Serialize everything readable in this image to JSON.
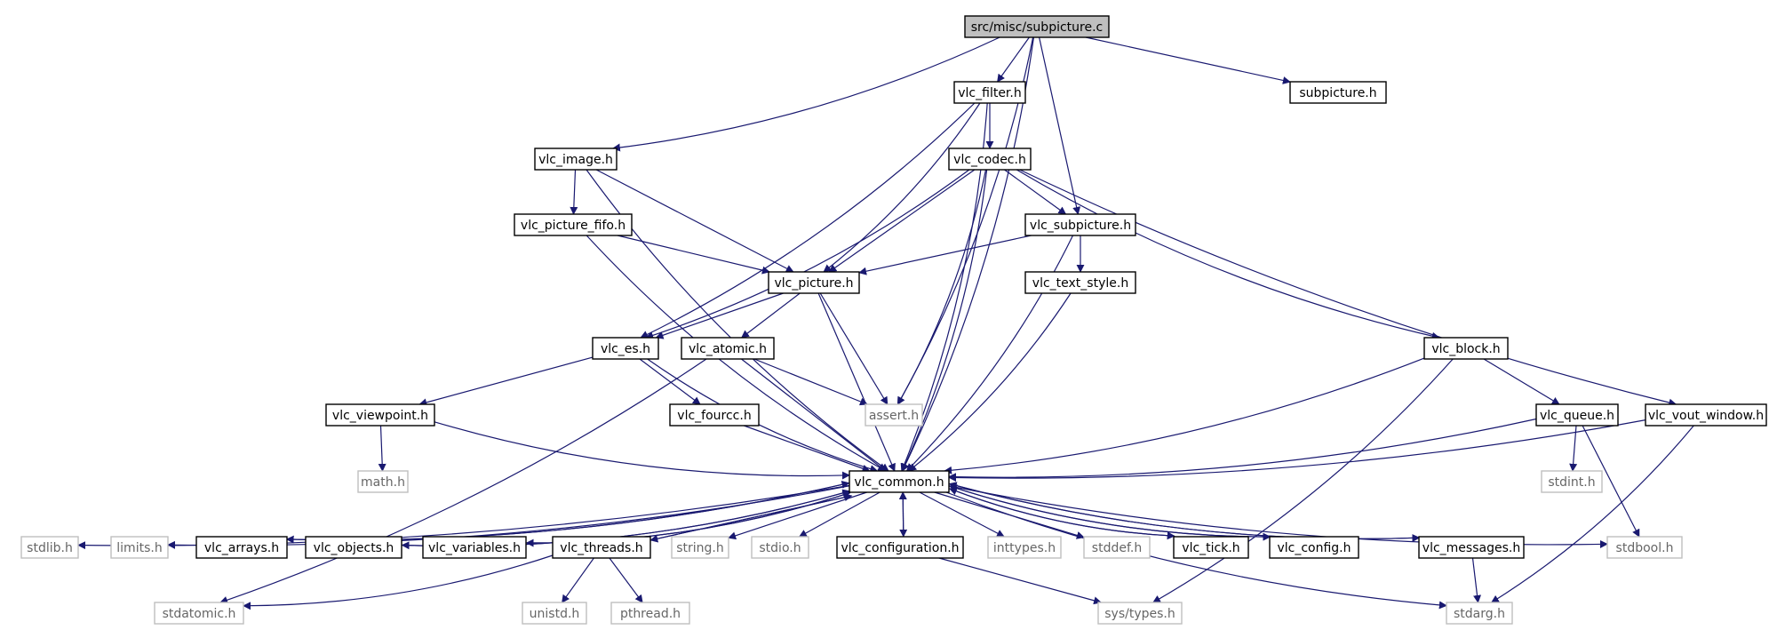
{
  "diagram": {
    "type": "include-dependency-graph",
    "colors": {
      "edge": "#191970",
      "root_fill": "#bfbfbf",
      "system_border": "#bfbfbf",
      "node_border": "#000000"
    },
    "nodes": [
      {
        "id": "subpicture_c",
        "label": "src/misc/subpicture.c",
        "kind": "root"
      },
      {
        "id": "vlc_filter",
        "label": "vlc_filter.h",
        "kind": "normal"
      },
      {
        "id": "subpicture_h",
        "label": "subpicture.h",
        "kind": "normal"
      },
      {
        "id": "vlc_image",
        "label": "vlc_image.h",
        "kind": "normal"
      },
      {
        "id": "vlc_codec",
        "label": "vlc_codec.h",
        "kind": "normal"
      },
      {
        "id": "vlc_picture_fifo",
        "label": "vlc_picture_fifo.h",
        "kind": "normal"
      },
      {
        "id": "vlc_subpicture",
        "label": "vlc_subpicture.h",
        "kind": "normal"
      },
      {
        "id": "vlc_picture",
        "label": "vlc_picture.h",
        "kind": "normal"
      },
      {
        "id": "vlc_text_style",
        "label": "vlc_text_style.h",
        "kind": "normal"
      },
      {
        "id": "vlc_es",
        "label": "vlc_es.h",
        "kind": "normal"
      },
      {
        "id": "vlc_atomic",
        "label": "vlc_atomic.h",
        "kind": "normal"
      },
      {
        "id": "vlc_block",
        "label": "vlc_block.h",
        "kind": "normal"
      },
      {
        "id": "vlc_viewpoint",
        "label": "vlc_viewpoint.h",
        "kind": "normal"
      },
      {
        "id": "vlc_fourcc",
        "label": "vlc_fourcc.h",
        "kind": "normal"
      },
      {
        "id": "assert",
        "label": "assert.h",
        "kind": "system"
      },
      {
        "id": "vlc_queue",
        "label": "vlc_queue.h",
        "kind": "normal"
      },
      {
        "id": "vlc_vout_window",
        "label": "vlc_vout_window.h",
        "kind": "normal"
      },
      {
        "id": "math",
        "label": "math.h",
        "kind": "system"
      },
      {
        "id": "vlc_common",
        "label": "vlc_common.h",
        "kind": "normal"
      },
      {
        "id": "stdint",
        "label": "stdint.h",
        "kind": "system"
      },
      {
        "id": "stdlib",
        "label": "stdlib.h",
        "kind": "system"
      },
      {
        "id": "limits",
        "label": "limits.h",
        "kind": "system"
      },
      {
        "id": "vlc_arrays",
        "label": "vlc_arrays.h",
        "kind": "normal"
      },
      {
        "id": "vlc_objects",
        "label": "vlc_objects.h",
        "kind": "normal"
      },
      {
        "id": "vlc_variables",
        "label": "vlc_variables.h",
        "kind": "normal"
      },
      {
        "id": "vlc_threads",
        "label": "vlc_threads.h",
        "kind": "normal"
      },
      {
        "id": "string",
        "label": "string.h",
        "kind": "system"
      },
      {
        "id": "stdio",
        "label": "stdio.h",
        "kind": "system"
      },
      {
        "id": "vlc_configuration",
        "label": "vlc_configuration.h",
        "kind": "normal"
      },
      {
        "id": "inttypes",
        "label": "inttypes.h",
        "kind": "system"
      },
      {
        "id": "stddef",
        "label": "stddef.h",
        "kind": "system"
      },
      {
        "id": "vlc_tick",
        "label": "vlc_tick.h",
        "kind": "normal"
      },
      {
        "id": "vlc_config",
        "label": "vlc_config.h",
        "kind": "normal"
      },
      {
        "id": "vlc_messages",
        "label": "vlc_messages.h",
        "kind": "normal"
      },
      {
        "id": "stdbool",
        "label": "stdbool.h",
        "kind": "system"
      },
      {
        "id": "stdatomic",
        "label": "stdatomic.h",
        "kind": "system"
      },
      {
        "id": "unistd",
        "label": "unistd.h",
        "kind": "system"
      },
      {
        "id": "pthread",
        "label": "pthread.h",
        "kind": "system"
      },
      {
        "id": "sys_types",
        "label": "sys/types.h",
        "kind": "system"
      },
      {
        "id": "stdarg",
        "label": "stdarg.h",
        "kind": "system"
      }
    ],
    "edges": [
      [
        "subpicture_c",
        "vlc_filter"
      ],
      [
        "subpicture_c",
        "subpicture_h"
      ],
      [
        "subpicture_c",
        "vlc_image"
      ],
      [
        "subpicture_c",
        "vlc_subpicture"
      ],
      [
        "subpicture_c",
        "assert"
      ],
      [
        "subpicture_c",
        "vlc_common"
      ],
      [
        "vlc_filter",
        "vlc_codec"
      ],
      [
        "vlc_filter",
        "vlc_picture"
      ],
      [
        "vlc_filter",
        "vlc_es"
      ],
      [
        "vlc_filter",
        "vlc_common"
      ],
      [
        "vlc_image",
        "vlc_picture_fifo"
      ],
      [
        "vlc_image",
        "vlc_picture"
      ],
      [
        "vlc_image",
        "vlc_common"
      ],
      [
        "vlc_codec",
        "vlc_subpicture"
      ],
      [
        "vlc_codec",
        "vlc_picture"
      ],
      [
        "vlc_codec",
        "vlc_es"
      ],
      [
        "vlc_codec",
        "assert"
      ],
      [
        "vlc_codec",
        "vlc_common"
      ],
      [
        "vlc_codec",
        "vlc_block"
      ],
      [
        "vlc_codec",
        "vlc_vout_window"
      ],
      [
        "vlc_picture_fifo",
        "vlc_picture"
      ],
      [
        "vlc_picture_fifo",
        "vlc_common"
      ],
      [
        "vlc_subpicture",
        "vlc_picture"
      ],
      [
        "vlc_subpicture",
        "vlc_text_style"
      ],
      [
        "vlc_subpicture",
        "vlc_common"
      ],
      [
        "vlc_picture",
        "vlc_es"
      ],
      [
        "vlc_picture",
        "vlc_atomic"
      ],
      [
        "vlc_picture",
        "assert"
      ],
      [
        "vlc_picture",
        "vlc_common"
      ],
      [
        "vlc_text_style",
        "vlc_common"
      ],
      [
        "vlc_es",
        "vlc_viewpoint"
      ],
      [
        "vlc_es",
        "vlc_fourcc"
      ],
      [
        "vlc_es",
        "vlc_common"
      ],
      [
        "vlc_atomic",
        "assert"
      ],
      [
        "vlc_atomic",
        "vlc_common"
      ],
      [
        "vlc_atomic",
        "stdatomic"
      ],
      [
        "vlc_block",
        "vlc_queue"
      ],
      [
        "vlc_block",
        "vlc_common"
      ],
      [
        "vlc_block",
        "sys_types"
      ],
      [
        "vlc_viewpoint",
        "math"
      ],
      [
        "vlc_viewpoint",
        "vlc_common"
      ],
      [
        "vlc_fourcc",
        "vlc_common"
      ],
      [
        "vlc_queue",
        "vlc_common"
      ],
      [
        "vlc_queue",
        "stdint"
      ],
      [
        "vlc_queue",
        "stdbool"
      ],
      [
        "vlc_vout_window",
        "vlc_common"
      ],
      [
        "vlc_vout_window",
        "stdarg"
      ],
      [
        "vlc_common",
        "stdlib"
      ],
      [
        "vlc_common",
        "limits"
      ],
      [
        "vlc_common",
        "vlc_arrays"
      ],
      [
        "vlc_common",
        "vlc_objects"
      ],
      [
        "vlc_common",
        "vlc_variables"
      ],
      [
        "vlc_common",
        "vlc_threads"
      ],
      [
        "vlc_common",
        "string"
      ],
      [
        "vlc_common",
        "stdio"
      ],
      [
        "vlc_common",
        "vlc_configuration"
      ],
      [
        "vlc_common",
        "inttypes"
      ],
      [
        "vlc_common",
        "stddef"
      ],
      [
        "vlc_common",
        "vlc_tick"
      ],
      [
        "vlc_common",
        "vlc_config"
      ],
      [
        "vlc_common",
        "vlc_messages"
      ],
      [
        "vlc_common",
        "stdbool"
      ],
      [
        "vlc_common",
        "stdarg"
      ],
      [
        "vlc_arrays",
        "vlc_common"
      ],
      [
        "vlc_objects",
        "vlc_common"
      ],
      [
        "vlc_variables",
        "vlc_common"
      ],
      [
        "vlc_threads",
        "vlc_common"
      ],
      [
        "vlc_threads",
        "stdatomic"
      ],
      [
        "vlc_threads",
        "unistd"
      ],
      [
        "vlc_threads",
        "pthread"
      ],
      [
        "vlc_configuration",
        "vlc_common"
      ],
      [
        "vlc_configuration",
        "sys_types"
      ],
      [
        "vlc_tick",
        "vlc_common"
      ],
      [
        "vlc_config",
        "vlc_common"
      ],
      [
        "vlc_messages",
        "vlc_common"
      ],
      [
        "vlc_messages",
        "stdarg"
      ]
    ]
  }
}
